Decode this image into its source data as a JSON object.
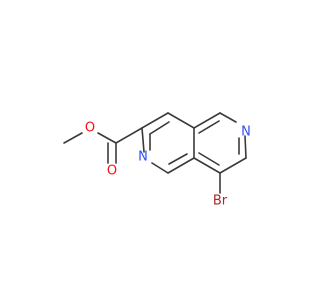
{
  "molecule": {
    "atoms": {
      "n_ring": "N",
      "n_pyridine": "N",
      "bromine": "Br",
      "o_ester": "O",
      "o_carbonyl": "O"
    },
    "colors": {
      "bond": "#3a3a3a",
      "nitrogen": "#3050f8",
      "oxygen": "#ff0d0d",
      "bromine": "#a62929"
    }
  }
}
